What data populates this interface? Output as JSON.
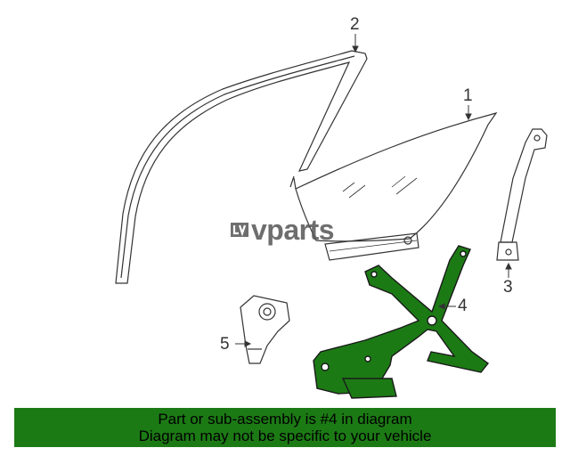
{
  "callouts": [
    {
      "id": "1",
      "label": "1"
    },
    {
      "id": "2",
      "label": "2"
    },
    {
      "id": "3",
      "label": "3"
    },
    {
      "id": "4",
      "label": "4"
    },
    {
      "id": "5",
      "label": "5"
    }
  ],
  "watermark": {
    "text": "vparts",
    "logo_icon": "lv-logo-icon"
  },
  "banner": {
    "line1": "Part or sub-assembly is #4 in diagram",
    "line2": "Diagram may not be specific to your vehicle",
    "color": "#1c7a15"
  },
  "colors": {
    "highlight": "#1c7a15",
    "outline": "#333333"
  }
}
